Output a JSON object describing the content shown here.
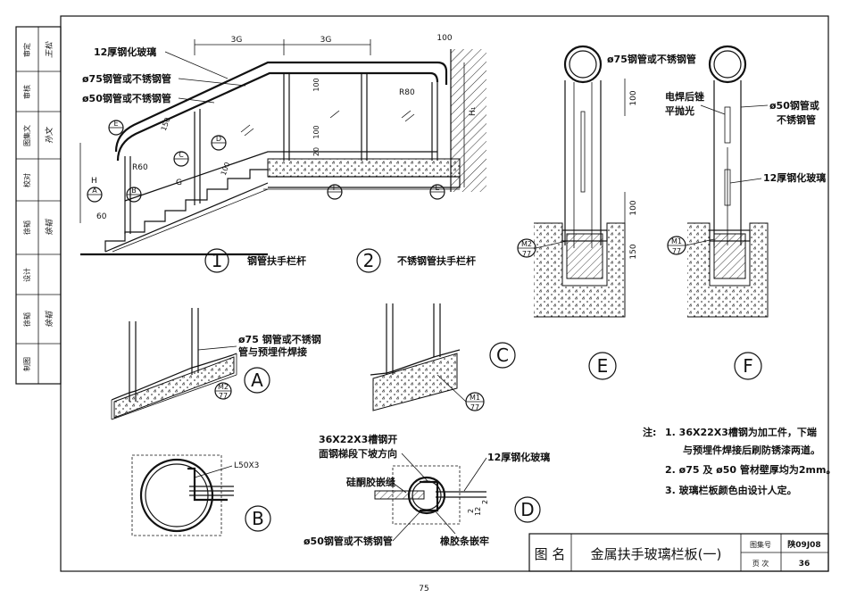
{
  "page_number": "75",
  "sidebar": {
    "rows": [
      {
        "label": "审定",
        "sign": "王松"
      },
      {
        "label": "审核",
        "sign": ""
      },
      {
        "label": "图集文",
        "sign": "孙文"
      },
      {
        "label": "校对",
        "sign": ""
      },
      {
        "label": "徐韬",
        "sign": "徐韬"
      },
      {
        "label": "设计",
        "sign": ""
      },
      {
        "label": "徐韬",
        "sign": "徐韬"
      },
      {
        "label": "制图",
        "sign": ""
      }
    ]
  },
  "elevation": {
    "dims": {
      "d1": "3G",
      "d2": "3G",
      "d3": "100",
      "d4": "100",
      "d5": "100",
      "d6": "100",
      "d7": "20",
      "d8": "150",
      "d9": "60",
      "d10": "G"
    },
    "labels": {
      "glass": "12厚钢化玻璃",
      "tube75": "ø75钢管或不锈钢管",
      "tube50": "ø50钢管或不锈钢管",
      "r60": "R60",
      "r80": "R80",
      "h": "H",
      "h1": "H₁"
    },
    "markers": {
      "a": "A",
      "b": "B",
      "c": "C",
      "d": "D",
      "e": "E",
      "f": "F"
    },
    "captions": [
      {
        "num": "1",
        "text": "钢管扶手栏杆"
      },
      {
        "num": "2",
        "text": "不锈钢管扶手栏杆"
      }
    ]
  },
  "details": {
    "a_note": "ø75 钢管或不锈钢\n管与预埋件焊接",
    "a_ref": "M2",
    "a_ref_sub": "77",
    "a_label": "A",
    "c_ref": "M1",
    "c_ref_sub": "77",
    "c_label": "C",
    "e_tube": "ø75钢管或不锈钢管",
    "e_dim1": "100",
    "e_dim2": "100",
    "e_dim3": "150",
    "e_ref": "M2",
    "e_ref_sub": "77",
    "e_label": "E",
    "f_note1": "电焊后锉\n平抛光",
    "f_note2": "ø50钢管或\n不锈钢管",
    "f_note3": "12厚钢化玻璃",
    "f_ref": "M1",
    "f_ref_sub": "77",
    "f_label": "F",
    "b_note": "L50X3",
    "b_label": "B",
    "d_note1": "36X22X3槽钢开\n面钢梯段下坡方向",
    "d_note2": "硅酮胶嵌缝",
    "d_note3": "12厚钢化玻璃",
    "d_note4": "ø50钢管或不锈钢管",
    "d_note5": "橡胶条嵌牢",
    "d_dim1": "2",
    "d_dim2": "12",
    "d_dim3": "2",
    "d_label": "D"
  },
  "notes": {
    "title": "注:",
    "items": [
      "1.  36X22X3槽钢为加工件，下端\n     与预埋件焊接后刷防锈漆两道。",
      "2.  ø75 及 ø50 管材壁厚均为2mm。",
      "3.  玻璃栏板颜色由设计人定。"
    ]
  },
  "title_block": {
    "name_label": "图 名",
    "name": "金属扶手玻璃栏板(一)",
    "atlas_label": "图集号",
    "atlas_no": "陕09J08",
    "page_label": "页 次",
    "page_no": "36"
  }
}
